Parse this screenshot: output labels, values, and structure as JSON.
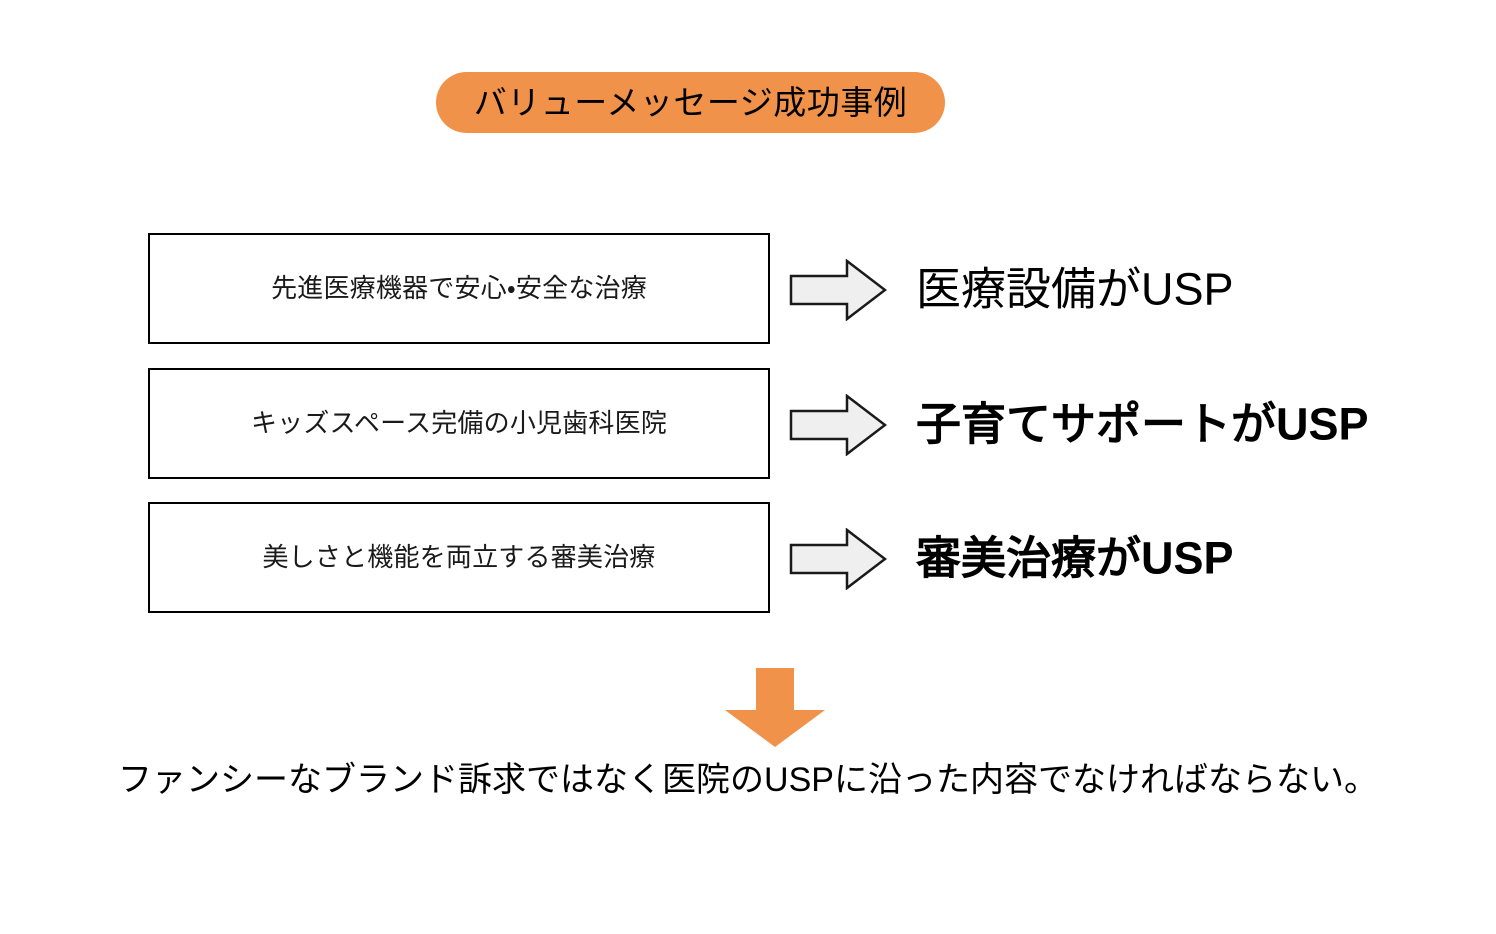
{
  "theme": {
    "accent_orange": "#F0924A",
    "arrow_fill": "#EFEFEF",
    "arrow_stroke": "#1A1A1A",
    "background": "#FFFFFF",
    "text_color": "#000000",
    "box_border": "#000000"
  },
  "title": {
    "label": "バリューメッセージ成功事例"
  },
  "rows": [
    {
      "message": "先進医療機器で安心・安全な治療",
      "arrow_icon": "arrow-right-block-icon",
      "usp": "医療設備がUSP",
      "usp_weight": "regular"
    },
    {
      "message": "キッズスペース完備の小児歯科医院",
      "arrow_icon": "arrow-right-block-icon",
      "usp": "子育てサポートがUSP",
      "usp_weight": "bold"
    },
    {
      "message": "美しさと機能を両立する審美治療",
      "arrow_icon": "arrow-right-block-icon",
      "usp": "審美治療がUSP",
      "usp_weight": "bold"
    }
  ],
  "down_arrow": {
    "icon": "arrow-down-block-icon"
  },
  "conclusion": {
    "text": "ファンシーなブランド訴求ではなく医院のUSPに沿った内容でなければならない。"
  }
}
